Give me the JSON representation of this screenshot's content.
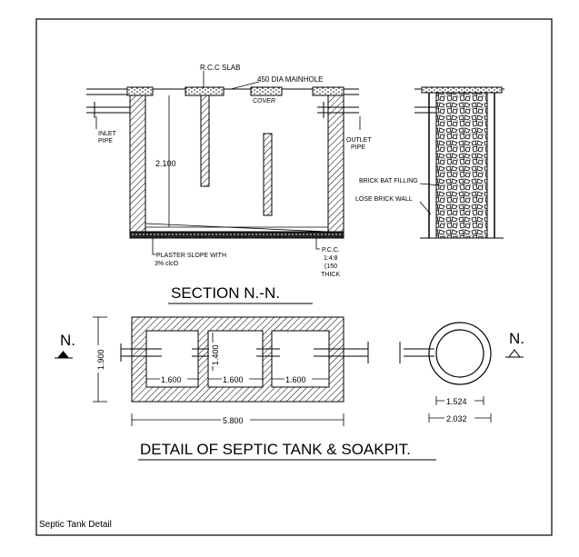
{
  "drawing": {
    "section": {
      "title": "SECTION N.-N.",
      "labels": {
        "rcc_slab": "R.C.C SLAB",
        "manhole": "450 DIA MAINHOLE",
        "cover": "COVER",
        "inlet_line1": "INLET",
        "inlet_line2": "PIPE",
        "outlet_line1": "OUTLET",
        "outlet_line2": "PIPE",
        "depth": "2.100",
        "plaster_line1": "PLASTER SLOPE WITH",
        "plaster_line2": "3% clcO",
        "pcc_line1": "P.C.C.",
        "pcc_line2": "1:4:8",
        "pcc_line3": "(150",
        "pcc_line4": "THICK",
        "brick_bat": "BRICK BAT FILLING",
        "lose_brick": "LOSE BRICK WALL"
      }
    },
    "plan": {
      "title": "DETAIL OF  SEPTIC TANK & SOAKPIT.",
      "section_mark_left": "N.",
      "section_mark_right": "N.",
      "dims": {
        "width": "1.900",
        "baffle": "1.400",
        "chamber1": "1.600",
        "chamber2": "1.600",
        "chamber3": "1.600",
        "total_length": "5.800",
        "inner_dia": "1.524",
        "outer_dia": "2.032"
      }
    },
    "footer": "Septic Tank Detail"
  }
}
